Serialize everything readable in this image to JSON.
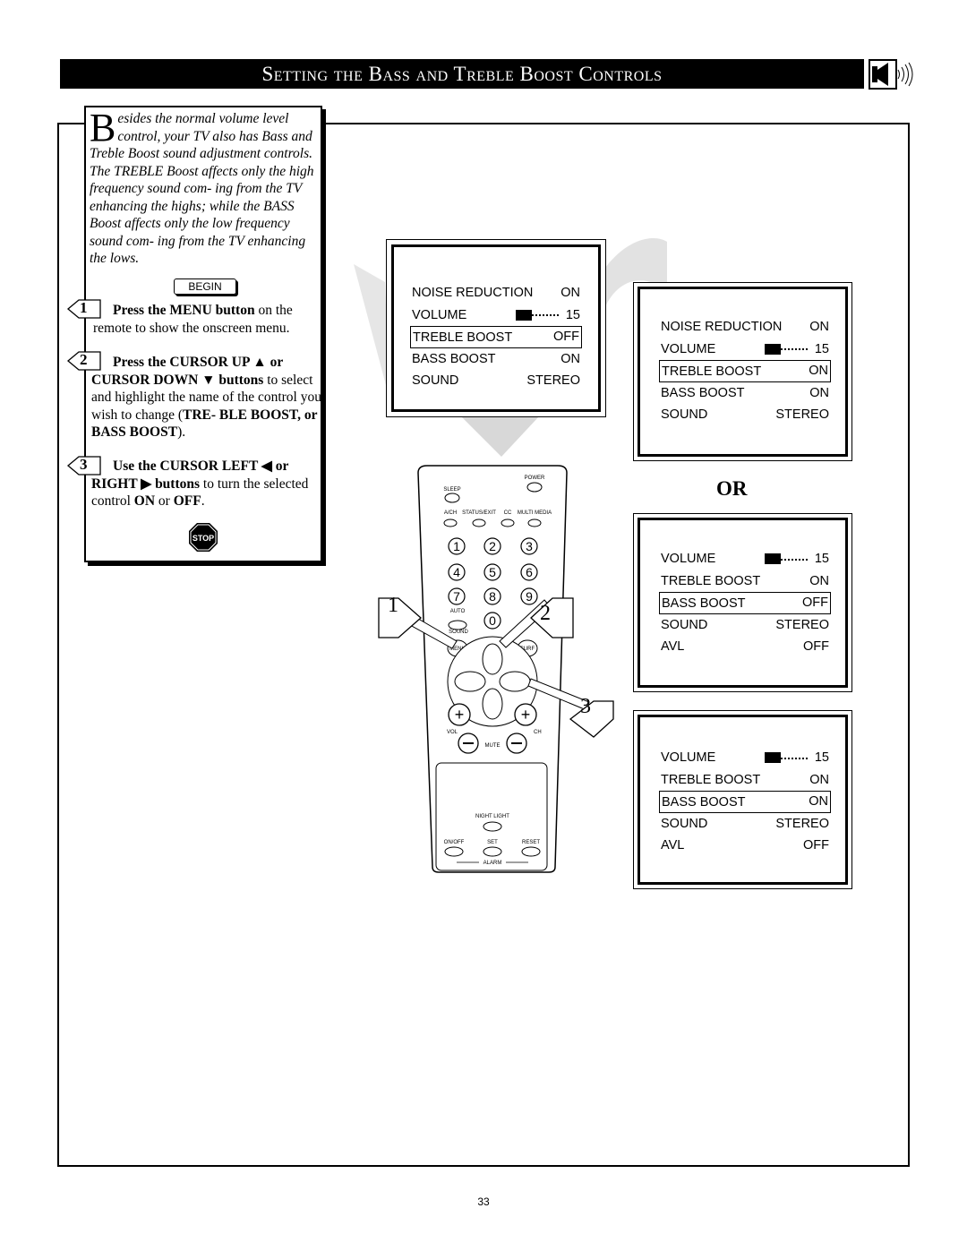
{
  "title": "Setting the Bass and Treble Boost Controls",
  "speaker_icon": "speaker-icon",
  "intro": {
    "dropcap": "B",
    "text": "esides the normal volume level control, your TV also has Bass and Treble Boost sound adjustment controls. The TREBLE Boost affects only the high frequency sound com- ing from the TV enhancing the highs; while the BASS Boost affects only the low frequency sound com- ing from the TV enhancing the lows."
  },
  "begin_label": "BEGIN",
  "steps": [
    {
      "num": "1",
      "bold": "Press the MENU button",
      "rest": " on the remote to show the onscreen menu."
    },
    {
      "num": "2",
      "bold": "Press the CURSOR UP ▲ or CURSOR DOWN ▼ buttons",
      "rest": " to select and highlight the name of the control you wish to change (",
      "bold2": "TRE- BLE BOOST, or BASS BOOST",
      "rest2": ")."
    },
    {
      "num": "3",
      "bold": "Use the CURSOR LEFT ◀ or RIGHT ▶ buttons",
      "rest": " to turn the selected control ",
      "bold2": "ON",
      "rest2": " or ",
      "bold3": "OFF",
      "rest3": "."
    }
  ],
  "stop_label": "STOP",
  "or_label": "OR",
  "page_number": "33",
  "screens": [
    {
      "rows": [
        {
          "label": "NOISE REDUCTION",
          "value": "ON"
        },
        {
          "label": "VOLUME",
          "value": "15",
          "bar": true
        },
        {
          "label": "TREBLE BOOST",
          "value": "OFF",
          "highlight": true
        },
        {
          "label": "BASS BOOST",
          "value": "ON"
        },
        {
          "label": "SOUND",
          "value": "STEREO"
        }
      ]
    },
    {
      "rows": [
        {
          "label": "NOISE REDUCTION",
          "value": "ON"
        },
        {
          "label": "VOLUME",
          "value": "15",
          "bar": true
        },
        {
          "label": "TREBLE BOOST",
          "value": "ON",
          "highlight": true
        },
        {
          "label": "BASS BOOST",
          "value": "ON"
        },
        {
          "label": "SOUND",
          "value": "STEREO"
        }
      ]
    },
    {
      "rows": [
        {
          "label": "VOLUME",
          "value": "15",
          "bar": true
        },
        {
          "label": "TREBLE BOOST",
          "value": "ON"
        },
        {
          "label": "BASS BOOST",
          "value": "OFF",
          "highlight": true
        },
        {
          "label": "SOUND",
          "value": "STEREO"
        },
        {
          "label": "AVL",
          "value": "OFF"
        }
      ]
    },
    {
      "rows": [
        {
          "label": "VOLUME",
          "value": "15",
          "bar": true
        },
        {
          "label": "TREBLE BOOST",
          "value": "ON"
        },
        {
          "label": "BASS BOOST",
          "value": "ON",
          "highlight": true
        },
        {
          "label": "SOUND",
          "value": "STEREO"
        },
        {
          "label": "AVL",
          "value": "OFF"
        }
      ]
    }
  ],
  "remote": {
    "power": "POWER",
    "sleep": "SLEEP",
    "ach": "A/CH",
    "status_exit": "STATUS/EXIT",
    "cc": "CC",
    "multi_media": "MULTI MEDIA",
    "digits": [
      "1",
      "2",
      "3",
      "4",
      "5",
      "6",
      "7",
      "8",
      "9",
      "0"
    ],
    "auto": "AUTO",
    "sound": "SOUND",
    "menu": "MENU",
    "surf": "SURF",
    "vol": "VOL",
    "ch": "CH",
    "mute": "MUTE",
    "night_light": "NIGHT LIGHT",
    "on_off": "ON/OFF",
    "set": "SET",
    "reset": "RESET",
    "alarm": "ALARM"
  },
  "callouts": [
    "1",
    "2",
    "3"
  ]
}
